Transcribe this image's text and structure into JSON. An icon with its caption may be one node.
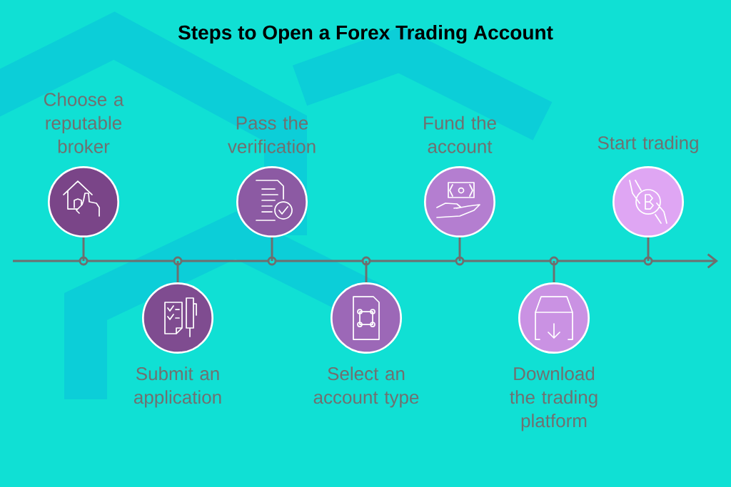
{
  "diagram": {
    "title": "Steps to Open a Forex Trading Account",
    "nodes": [
      {
        "text": [
          "Choose a reputable broker"
        ]
      },
      {
        "text": [
          "Submit an application"
        ]
      },
      {
        "text": [
          "Pass the verification"
        ]
      },
      {
        "text": [
          "Select an account type"
        ]
      },
      {
        "text": [
          "Fund the account"
        ]
      },
      {
        "text": [
          "Download the trading platform"
        ]
      },
      {
        "text": [
          "Start trading"
        ]
      }
    ]
  }
}
